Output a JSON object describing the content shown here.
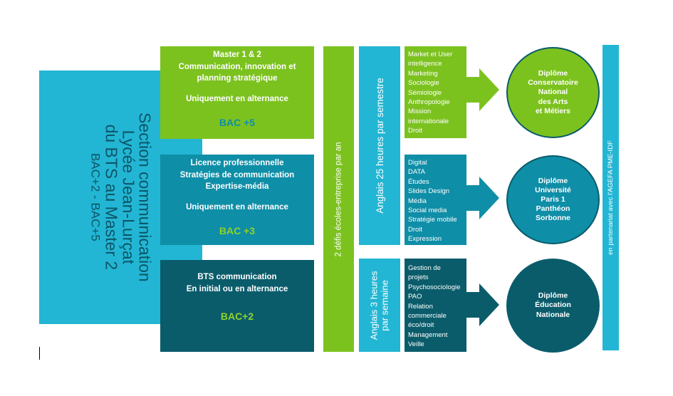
{
  "left_panel": {
    "line1": "Section communication",
    "line2": "Lycée Jean-Lurçat",
    "line3": "du BTS au Master 2",
    "line4": "BAC+2 - BAC+5"
  },
  "levels": [
    {
      "title_lines": [
        "Master 1 & 2",
        "Communication, innovation et",
        "planning stratégique"
      ],
      "mode": "Uniquement en alternance",
      "bac": "BAC +5"
    },
    {
      "title_lines": [
        "Licence professionnelle",
        "Stratégies de communication",
        "Expertise-média"
      ],
      "mode": "Uniquement en alternance",
      "bac": "BAC +3"
    },
    {
      "title_lines": [
        "BTS communication",
        "En initial ou en alternance"
      ],
      "mode": "",
      "bac": "BAC+2"
    }
  ],
  "challenges_bar": "2 défis écoles-entreprise par an",
  "english": {
    "upper": "Anglais 25 heures par semestre",
    "lower_line1": "Anglais 3  heures",
    "lower_line2": "par semaine"
  },
  "subjects": [
    [
      "Market et User",
      "intelligence",
      "Marketing",
      "Sociologie",
      "Sémiologie",
      "Anthropologie",
      "Mission",
      "internationale",
      "Droit"
    ],
    [
      "Digital",
      "DATA",
      "Études",
      "Slides Design",
      "Média",
      "Social media",
      "Stratégie mobile",
      "Droit",
      "Expression"
    ],
    [
      "Gestion de",
      "projets",
      "Psychosociologie",
      "PAO",
      "Relation",
      "commerciale",
      "éco/droit",
      "Management",
      "Veille"
    ]
  ],
  "diplomas": [
    [
      "Diplôme",
      "Conservatoire",
      "National",
      "des Arts",
      "et Métiers"
    ],
    [
      "Diplôme",
      "Université",
      "Paris 1",
      "Panthéon",
      "Sorbonne"
    ],
    [
      "Diplôme",
      "Éducation",
      "Nationale"
    ]
  ],
  "partner": "en partenariat avec l'AGEFA PME-IDF",
  "colors": {
    "cyan": "#22b6d4",
    "green": "#7cc21f",
    "teal": "#0f8ea7",
    "dark_teal": "#0b5c6b"
  }
}
